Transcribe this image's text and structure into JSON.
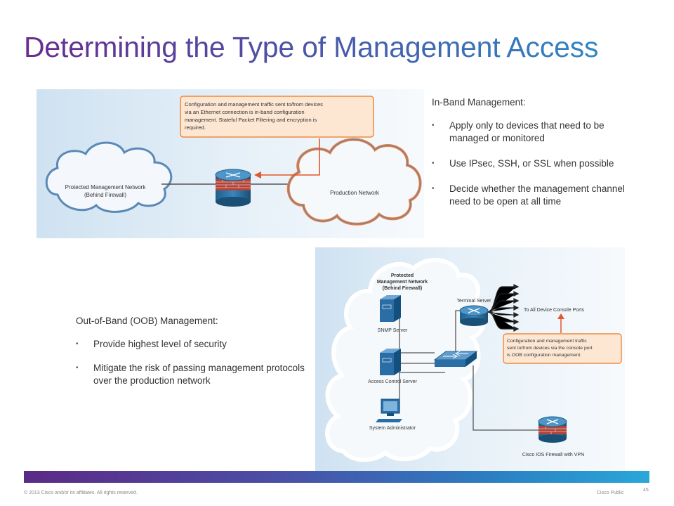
{
  "title": "Determining the Type of Management Access",
  "inband": {
    "heading": "In-Band Management:",
    "bullets": [
      "Apply only to devices that need to be managed or monitored",
      "Use IPsec, SSH, or SSL when possible",
      "Decide whether the management channel need to be open at all time"
    ],
    "diagram": {
      "callout_lines": [
        "Configuration and management traffic sent to/from devices",
        "via an Ethernet connection is in-band configuration",
        "management. Stateful Packet Filtering and encryption is",
        "required."
      ],
      "protected_cloud_lines": [
        "Protected Management Network",
        "(Behind Firewall)"
      ],
      "production_cloud_label": "Production Network"
    }
  },
  "oob": {
    "heading": "Out-of-Band (OOB) Management:",
    "bullets": [
      "Provide highest level of security",
      "Mitigate the risk of passing management protocols over the production network"
    ],
    "diagram": {
      "cloud_lines": [
        "Protected",
        "Management Network",
        "(Behind Firewall)"
      ],
      "terminal_server_label": "Terminal Server",
      "console_ports_label": "To All Device Console Ports",
      "callout_lines": [
        "Configuration and management traffic",
        "sent to/from devices via the console port",
        "is OOB configuration management."
      ],
      "snmp_label": "SNMP Server",
      "acs_label": "Access Control Server",
      "admin_label": "System Administrator",
      "firewall_label": "Cisco IOS Firewall with VPN"
    }
  },
  "footer": {
    "copyright": "© 2013 Cisco and/or its affiliates. All rights reserved.",
    "classification": "Cisco Public",
    "page": "45"
  },
  "colors": {
    "callout_border": "#f08a3c",
    "callout_fill": "#fde7d3",
    "cloud_fill": "#eef4fa",
    "arrow": "#e2572b"
  }
}
